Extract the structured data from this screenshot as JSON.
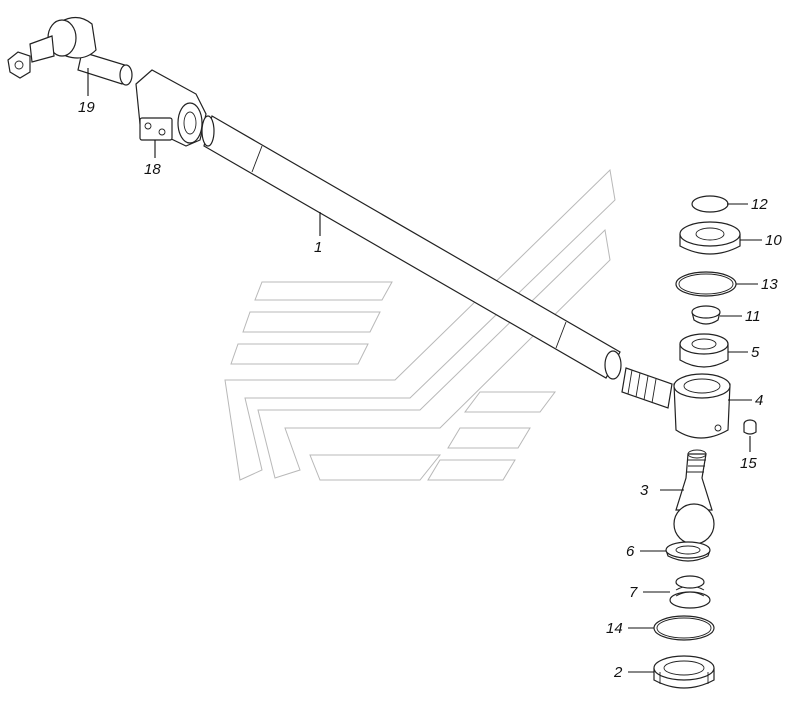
{
  "diagram": {
    "labels": [
      {
        "id": "1",
        "text": "1"
      },
      {
        "id": "2",
        "text": "2"
      },
      {
        "id": "3",
        "text": "3"
      },
      {
        "id": "4",
        "text": "4"
      },
      {
        "id": "5",
        "text": "5"
      },
      {
        "id": "6",
        "text": "6"
      },
      {
        "id": "7",
        "text": "7"
      },
      {
        "id": "10",
        "text": "10"
      },
      {
        "id": "11",
        "text": "11"
      },
      {
        "id": "12",
        "text": "12"
      },
      {
        "id": "13",
        "text": "13"
      },
      {
        "id": "14",
        "text": "14"
      },
      {
        "id": "15",
        "text": "15"
      },
      {
        "id": "18",
        "text": "18"
      },
      {
        "id": "19",
        "text": "19"
      }
    ]
  },
  "colors": {
    "line": "#222222",
    "watermark": "#b8b8b8",
    "background": "#ffffff"
  }
}
